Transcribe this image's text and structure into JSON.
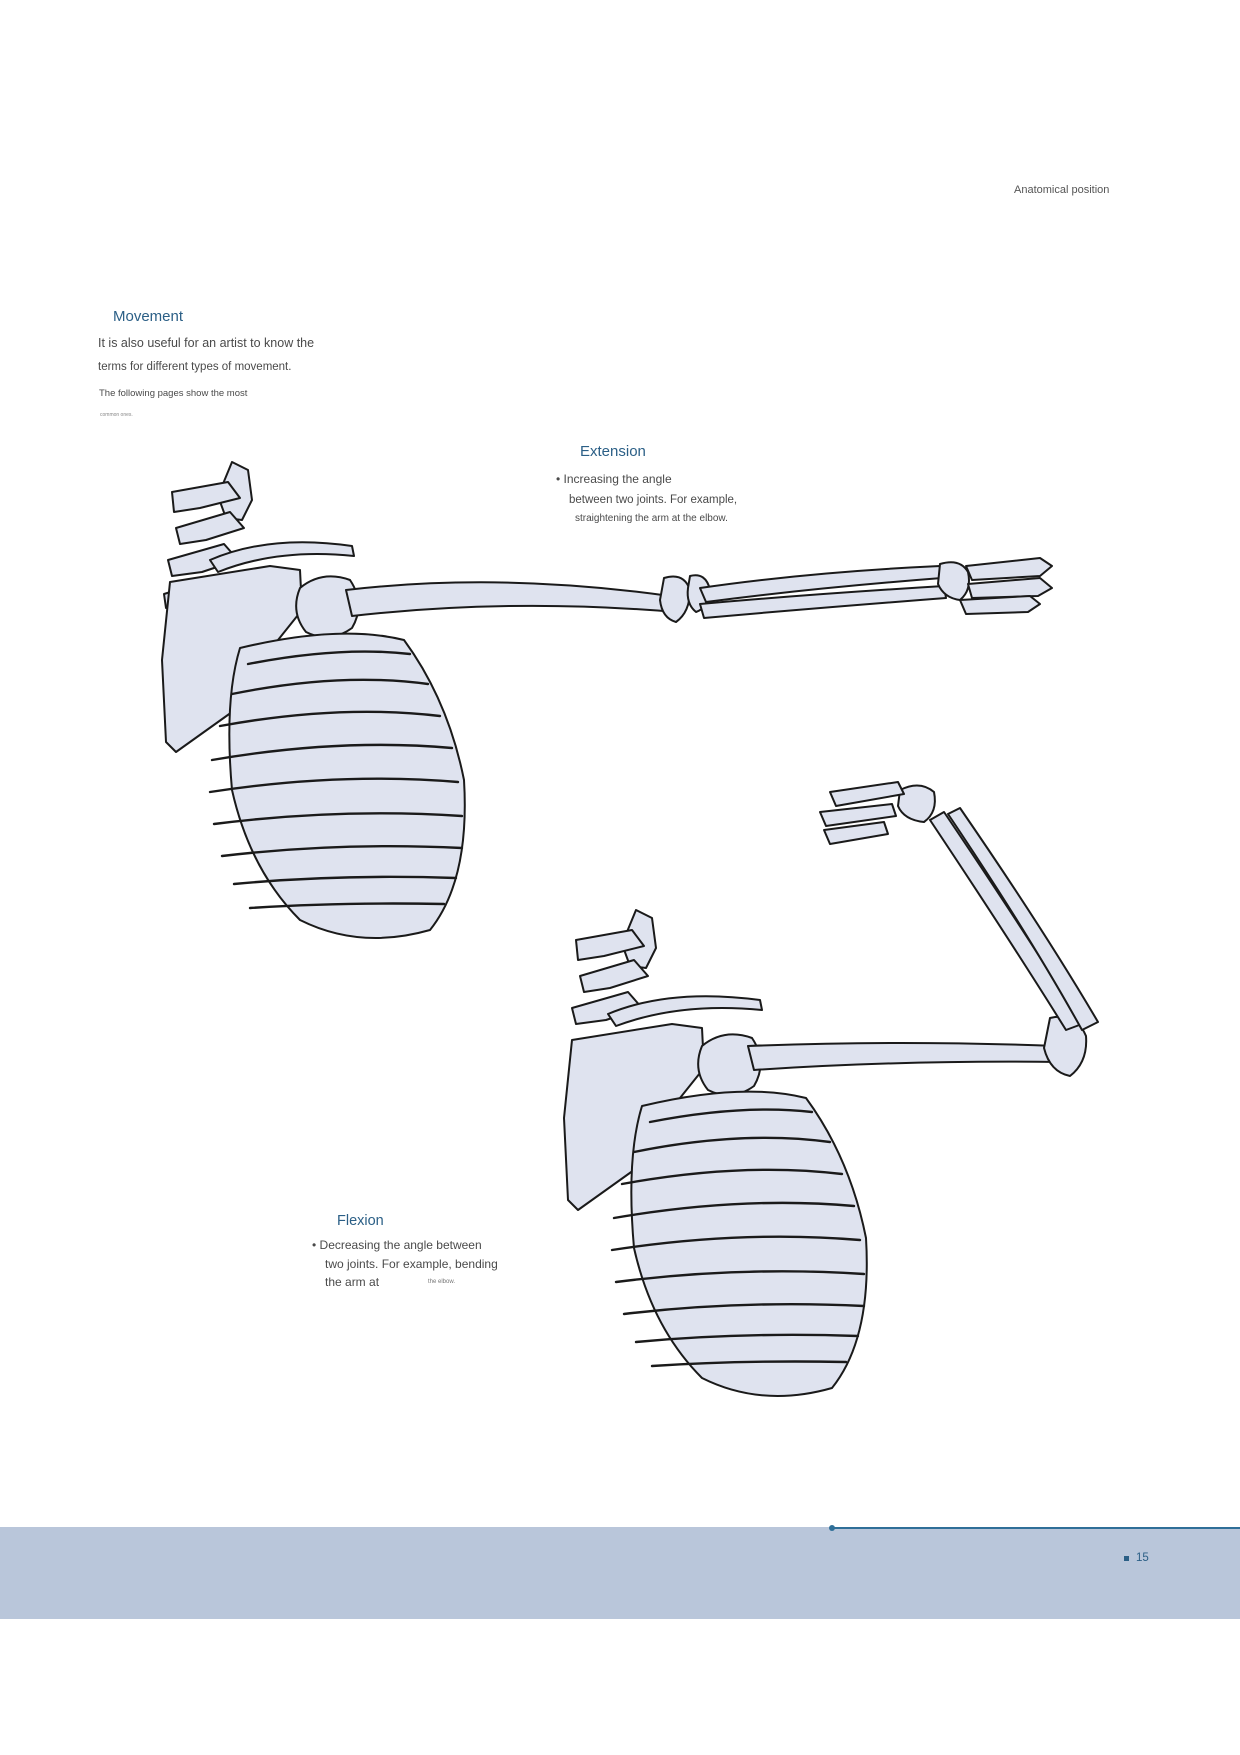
{
  "header": {
    "label": "Anatomical position"
  },
  "movement": {
    "title": "Movement",
    "lines": [
      "It is also useful for an artist to know the",
      "terms for different types of movement.",
      "The following pages show the most",
      "common ones."
    ]
  },
  "extension": {
    "title": "Extension",
    "lines": [
      "• Increasing the angle",
      "between two joints. For example,",
      "straightening the arm at the elbow."
    ]
  },
  "flexion": {
    "title": "Flexion",
    "lines": [
      "• Decreasing the angle between",
      "two joints. For example, bending",
      "the arm at",
      "the elbow."
    ]
  },
  "footer": {
    "page_number": "15"
  },
  "colors": {
    "accent": "#2b5f86",
    "footer_band": "#b9c6da",
    "bone_fill": "#dfe3ef"
  },
  "icons": {
    "page_marker": "square-bullet-icon"
  }
}
